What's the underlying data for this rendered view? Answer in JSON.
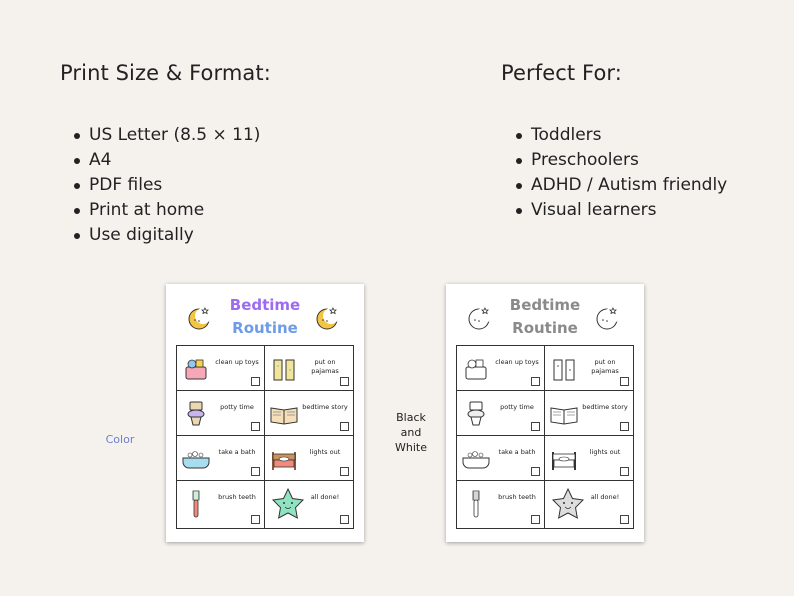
{
  "left": {
    "heading": "Print Size & Format:",
    "items": [
      "US Letter (8.5 × 11)",
      "A4",
      "PDF files",
      "Print at home",
      "Use digitally"
    ]
  },
  "right": {
    "heading": "Perfect For:",
    "items": [
      "Toddlers",
      "Preschoolers",
      "ADHD / Autism friendly",
      "Visual learners"
    ]
  },
  "labels": {
    "color": "Color",
    "bw": [
      "Black",
      "and",
      "White"
    ]
  },
  "chart": {
    "title_line1": "Bedtime",
    "title_line2": "Routine",
    "tasks": [
      {
        "label": "clean up toys",
        "icon": "toy-bin-icon"
      },
      {
        "label": "put on pajamas",
        "icon": "pajamas-icon"
      },
      {
        "label": "potty time",
        "icon": "toilet-icon"
      },
      {
        "label": "bedtime story",
        "icon": "book-icon"
      },
      {
        "label": "take a bath",
        "icon": "bathtub-icon"
      },
      {
        "label": "lights out",
        "icon": "bed-icon"
      },
      {
        "label": "brush teeth",
        "icon": "toothbrush-icon"
      },
      {
        "label": "all done!",
        "icon": "star-icon"
      }
    ]
  },
  "colors": {
    "background": "#f5f2ee",
    "accent_blue": "#6a7fd0",
    "title_gradient": [
      "#9b6cf0",
      "#5fc3e4"
    ]
  }
}
